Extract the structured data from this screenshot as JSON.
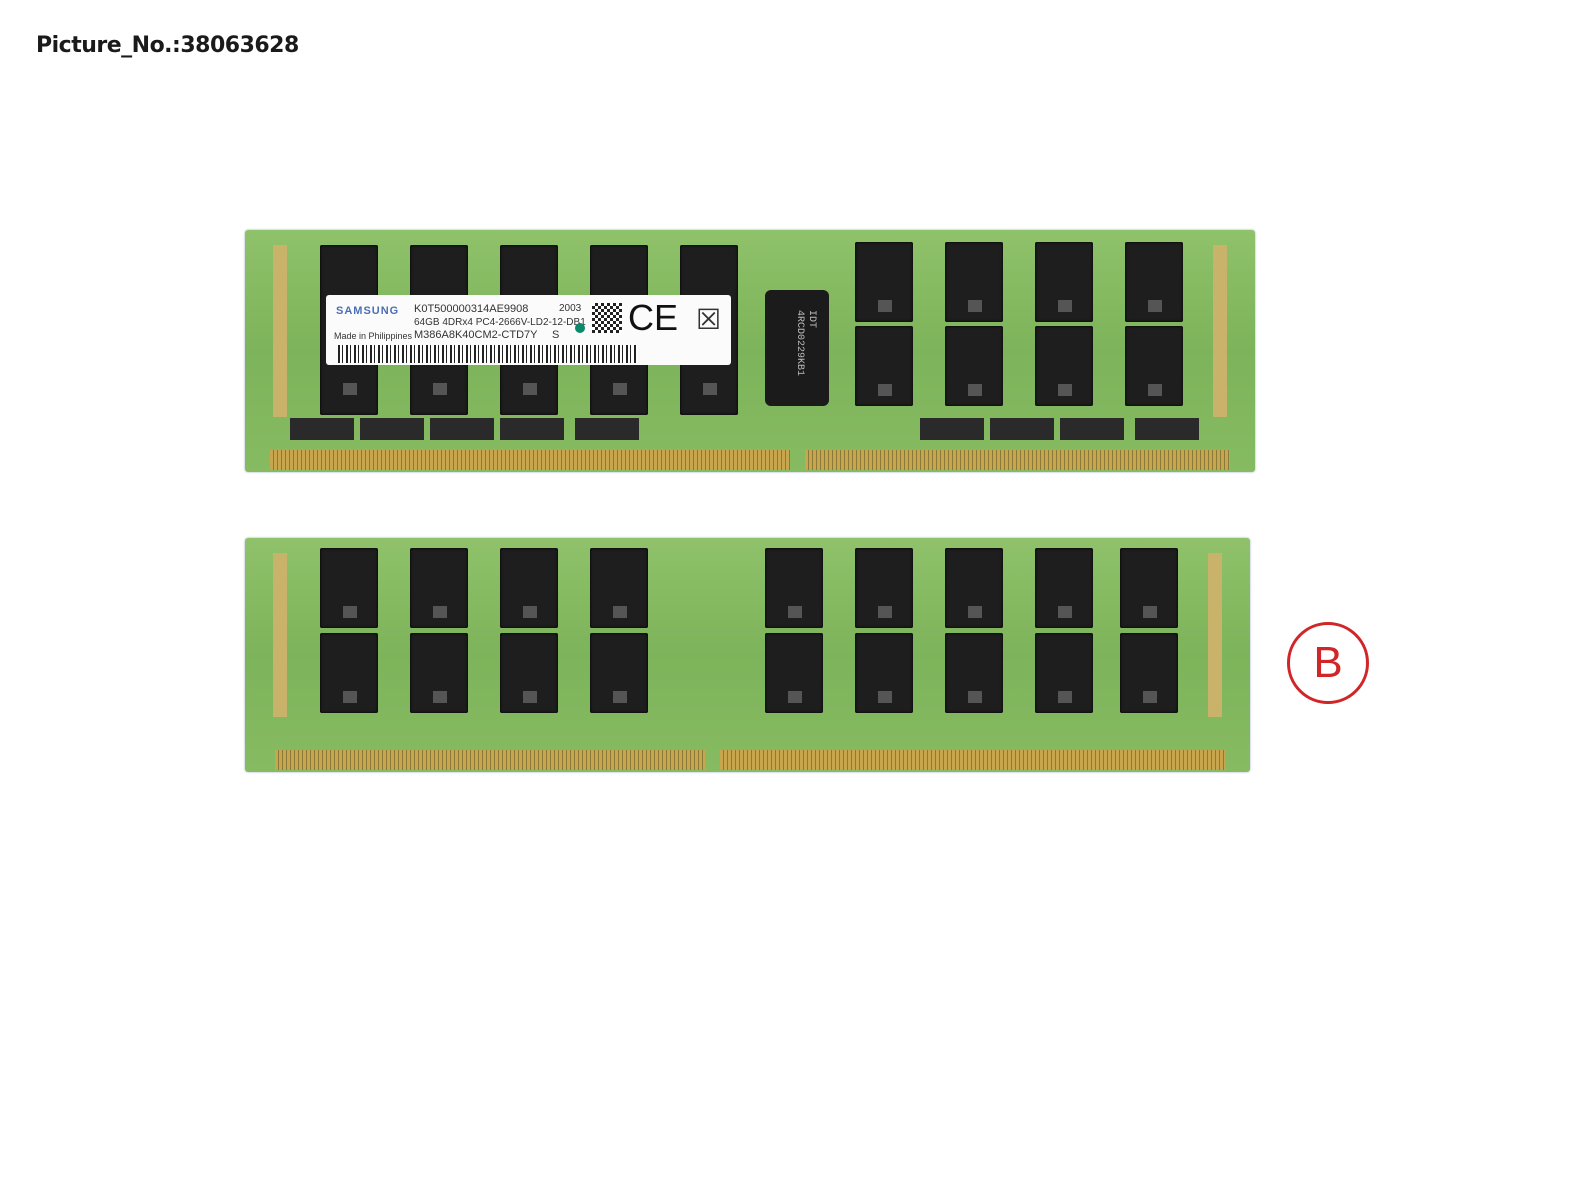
{
  "caption": "Picture_No.:38063628",
  "label": {
    "brand": "SAMSUNG",
    "serial": "K0T500000314AE9908",
    "date_code": "2003",
    "spec": "64GB 4DRx4 PC4-2666V-LD2-12-DB1",
    "origin": "Made in Philippines",
    "part_number": "M386A8K40CM2-CTD7Y",
    "suffix": "S",
    "ce_mark": "CE"
  },
  "register_chip": {
    "line1": "IDT",
    "line2": "4RCD0229KB1"
  },
  "callout": "B",
  "colors": {
    "pcb": "#86bb62",
    "chip": "#1e1e1e",
    "contacts": "#c7a64e",
    "callout": "#d0262a",
    "brand": "#4a6fb5"
  }
}
